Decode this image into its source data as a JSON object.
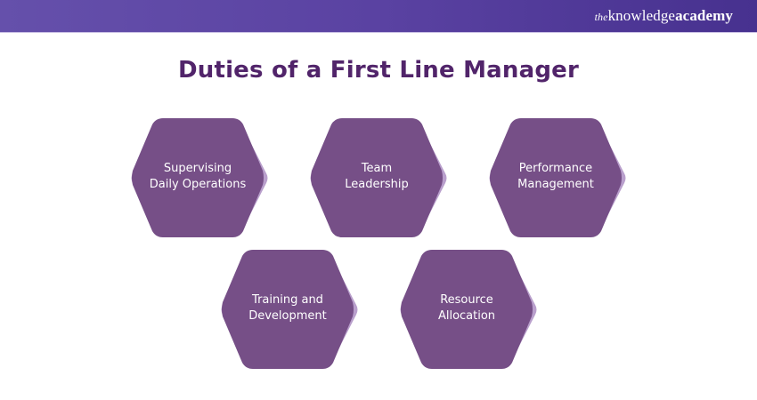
{
  "header": {
    "brand_prefix": "the",
    "brand_name_regular": "knowledge",
    "brand_name_bold": "academy",
    "gradient_left": "#6550ab",
    "gradient_right": "#47318f"
  },
  "title": "Duties of a First Line Manager",
  "colors": {
    "title": "#51246a",
    "hex_fill": "#764f87",
    "hex_shadow": "#b99fcc",
    "hex_text": "#ffffff"
  },
  "duties": [
    {
      "line1": "Supervising",
      "line2": "Daily Operations"
    },
    {
      "line1": "Team",
      "line2": "Leadership"
    },
    {
      "line1": "Performance",
      "line2": "Management"
    },
    {
      "line1": "Training and",
      "line2": "Development"
    },
    {
      "line1": "Resource",
      "line2": "Allocation"
    }
  ]
}
